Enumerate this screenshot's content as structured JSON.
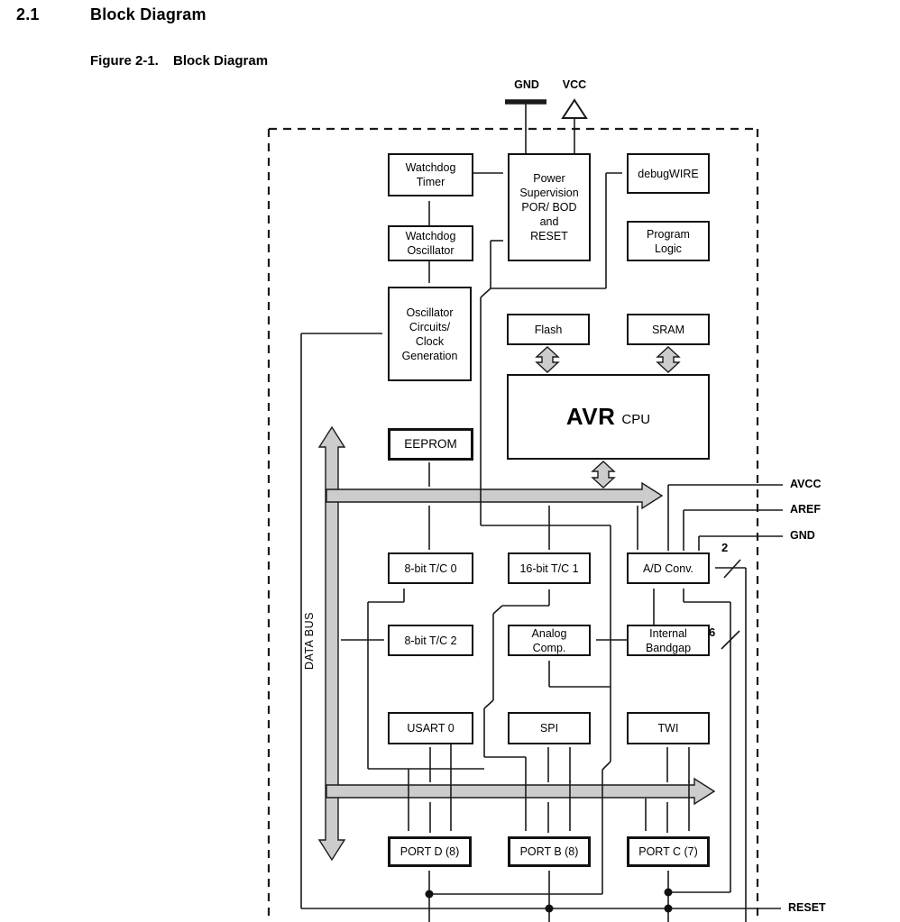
{
  "header": {
    "section_number": "2.1",
    "section_title": "Block Diagram",
    "figure_label": "Figure 2-1.",
    "figure_title": "Block Diagram"
  },
  "pins": {
    "gnd_top": "GND",
    "vcc_top": "VCC",
    "avcc": "AVCC",
    "aref": "AREF",
    "gnd_right": "GND",
    "reset": "RESET"
  },
  "annotations": {
    "data_bus": "DATA BUS",
    "adc_bus_width": "2",
    "portc_adc_width": "6"
  },
  "colors": {
    "bus_fill": "#cccccc",
    "line": "#1a1a1a"
  },
  "blocks": {
    "watchdog_timer": "Watchdog\nTimer",
    "watchdog_oscillator": "Watchdog\nOscillator",
    "oscillator_circuits": "Oscillator\nCircuits/\nClock\nGeneration",
    "power_supervision": "Power\nSupervision\nPOR/ BOD\nand\nRESET",
    "debugwire": "debugWIRE",
    "program_logic": "Program\nLogic",
    "flash": "Flash",
    "sram": "SRAM",
    "eeprom": "EEPROM",
    "avr": "AVR",
    "cpu": "CPU",
    "tc0": "8-bit T/C 0",
    "tc1": "16-bit T/C 1",
    "adc": "A/D Conv.",
    "tc2": "8-bit T/C 2",
    "analog_comp": "Analog\nComp.",
    "internal_bandgap": "Internal\nBandgap",
    "usart0": "USART 0",
    "spi": "SPI",
    "twi": "TWI",
    "portd": "PORT D (8)",
    "portb": "PORT B (8)",
    "portc": "PORT C (7)"
  }
}
